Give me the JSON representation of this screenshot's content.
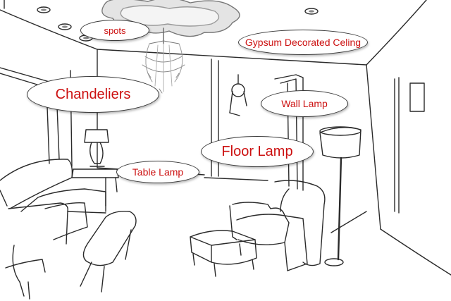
{
  "labels": {
    "spots": "spots",
    "gypsum_ceiling": "Gypsum Decorated Celing",
    "chandeliers": "Chandeliers",
    "wall_lamp": "Wall Lamp",
    "floor_lamp": "Floor Lamp",
    "table_lamp": "Table Lamp"
  },
  "colors": {
    "label_text": "#cc1010",
    "line_art": "#2a2a2a",
    "background": "#ffffff"
  }
}
